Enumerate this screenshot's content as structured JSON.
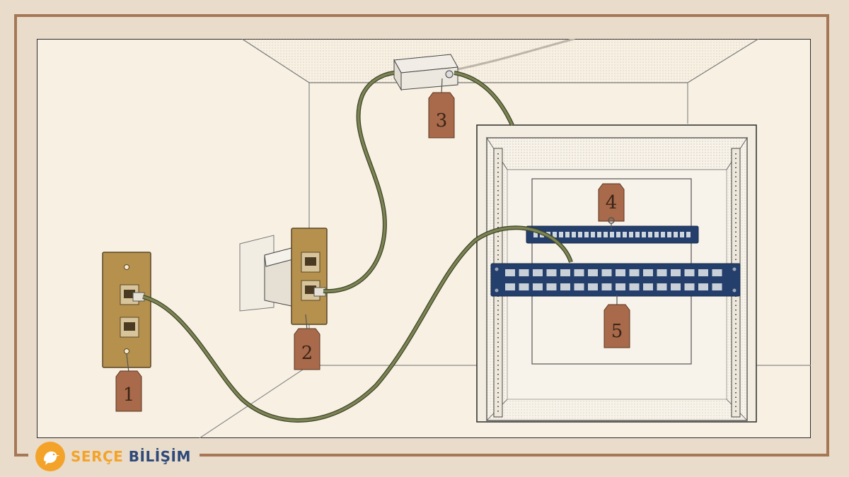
{
  "tags": [
    {
      "label": "1",
      "name": "tag-1-wall-outlet-left"
    },
    {
      "label": "2",
      "name": "tag-2-wall-outlet-right"
    },
    {
      "label": "3",
      "name": "tag-3-junction-box"
    },
    {
      "label": "4",
      "name": "tag-4-upper-patch-panel"
    },
    {
      "label": "5",
      "name": "tag-5-lower-patch-panel"
    }
  ],
  "brand": {
    "part1": "SERÇE",
    "part2": "BİLİŞİM"
  },
  "icons": {
    "logo": "bird-icon"
  },
  "colors": {
    "background": "#e9dccb",
    "frame": "#a57756",
    "cable": "#7c8454",
    "tag": "#a86a4a",
    "panel": "#243f6b",
    "brand_orange": "#f4a32a",
    "brand_blue": "#2d4a7a"
  }
}
